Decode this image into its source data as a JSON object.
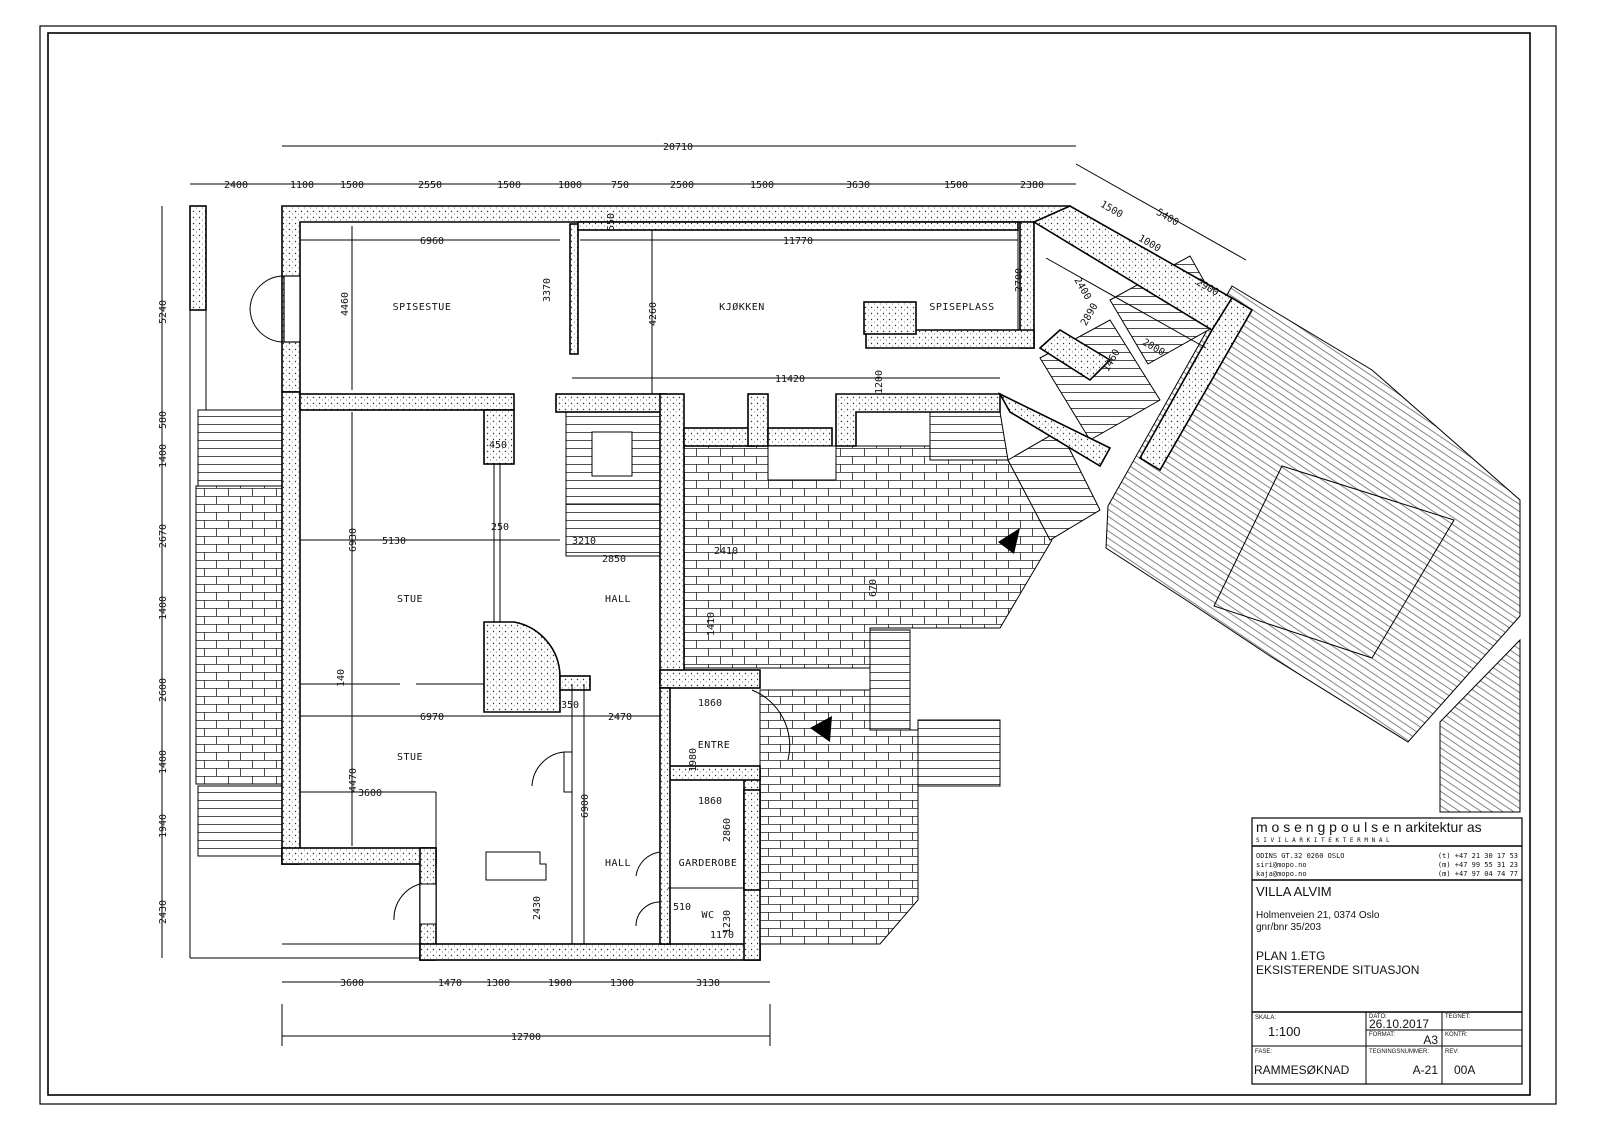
{
  "rooms": {
    "spisestue": "SPISESTUE",
    "kjokken": "KJØKKEN",
    "spiseplass": "SPISEPLASS",
    "stue1": "STUE",
    "stue2": "STUE",
    "hall1": "HALL",
    "hall2": "HALL",
    "entre": "ENTRE",
    "garderobe": "GARDEROBE",
    "wc": "WC"
  },
  "dims": {
    "overall_top": "20710",
    "top": [
      "2400",
      "1100",
      "1500",
      "2550",
      "1500",
      "1800",
      "750",
      "2500",
      "1500",
      "3630",
      "1500",
      "2380"
    ],
    "bottom": [
      "3600",
      "1470",
      "1300",
      "1900",
      "1300",
      "3130"
    ],
    "overall_bottom": "12700",
    "left": [
      "5240",
      "580",
      "1400",
      "2670",
      "1400",
      "2600",
      "1400",
      "1940",
      "2430"
    ],
    "interior": {
      "d6960": "6960",
      "d11770": "11770",
      "d4460": "4460",
      "d3370": "3370",
      "d4260": "4260",
      "d2700": "2700",
      "d11420": "11420",
      "d1200": "1200",
      "d6930": "6930",
      "d5130": "5130",
      "d3210": "3210",
      "d2850": "2850",
      "d250": "250",
      "d450": "450",
      "d6970": "6970",
      "d2470": "2470",
      "d4470": "4470",
      "d3600": "3600",
      "d6900": "6900",
      "d2430": "2430",
      "d1860": "1860",
      "d1980": "1980",
      "d1860b": "1860",
      "d2860": "2860",
      "d510": "510",
      "d1230": "1230",
      "d1170": "1170",
      "d2410": "2410",
      "d1410": "1410",
      "d550": "550",
      "d140": "140",
      "d350": "350",
      "d670": "670"
    },
    "stair": [
      "5400",
      "1500",
      "1000",
      "2900",
      "2400",
      "2890",
      "1460",
      "2000"
    ]
  },
  "title_block": {
    "firm": "m o s e n g   p o u l s e n   arkitektur as",
    "firm_sub": "S I V I L A R K I T E K T E R   M N A L",
    "address": "ODINS GT.32   0260 OSLO",
    "email1": "siri@mopo.no",
    "email2": "kaja@mopo.no",
    "phone_t": "(t) +47 21 30 17 53",
    "phone_m1": "(m) +47 99 55 31 23",
    "phone_m2": "(m) +47 97 04 74 77",
    "project": "VILLA ALVIM",
    "project_addr": "Holmenveien 21, 0374 Oslo",
    "gnr": "gnr/bnr 35/203",
    "plan": "PLAN 1.ETG",
    "situation": "EKSISTERENDE SITUASJON",
    "skala_label": "SKALA:",
    "skala": "1:100",
    "dato_label": "DATO:",
    "dato": "26.10.2017",
    "tegnet_label": "TEGNET:",
    "format_label": "FORMAT:",
    "format": "A3",
    "kontr_label": "KONTR:",
    "fase_label": "FASE:",
    "fase": "RAMMESØKNAD",
    "tegnr_label": "TEGNINGSNUMMER:",
    "tegnr": "A-21",
    "rev_label": "REV:",
    "rev": "00A"
  }
}
